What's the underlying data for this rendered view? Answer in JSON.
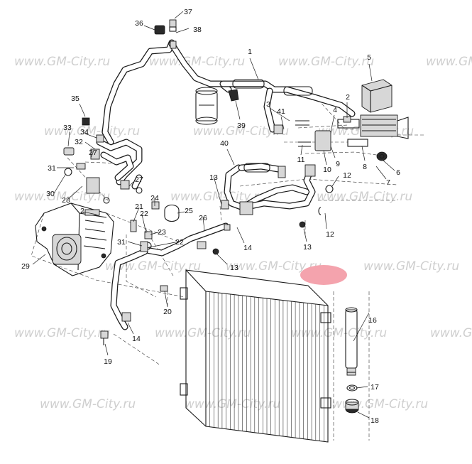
{
  "watermark": "www.GM-City.ru",
  "highlight_color": "#f4a3ad",
  "callouts": [
    "1",
    "2",
    "2",
    "3",
    "4",
    "5",
    "6",
    "7",
    "8",
    "9",
    "10",
    "11",
    "12",
    "12",
    "13",
    "13",
    "13",
    "14",
    "14",
    "16",
    "17",
    "18",
    "19",
    "20",
    "21",
    "22",
    "22",
    "23",
    "24",
    "25",
    "26",
    "27",
    "27",
    "28",
    "29",
    "30",
    "31",
    "31",
    "32",
    "33",
    "34",
    "35",
    "36",
    "37",
    "38",
    "39",
    "40",
    "41"
  ]
}
